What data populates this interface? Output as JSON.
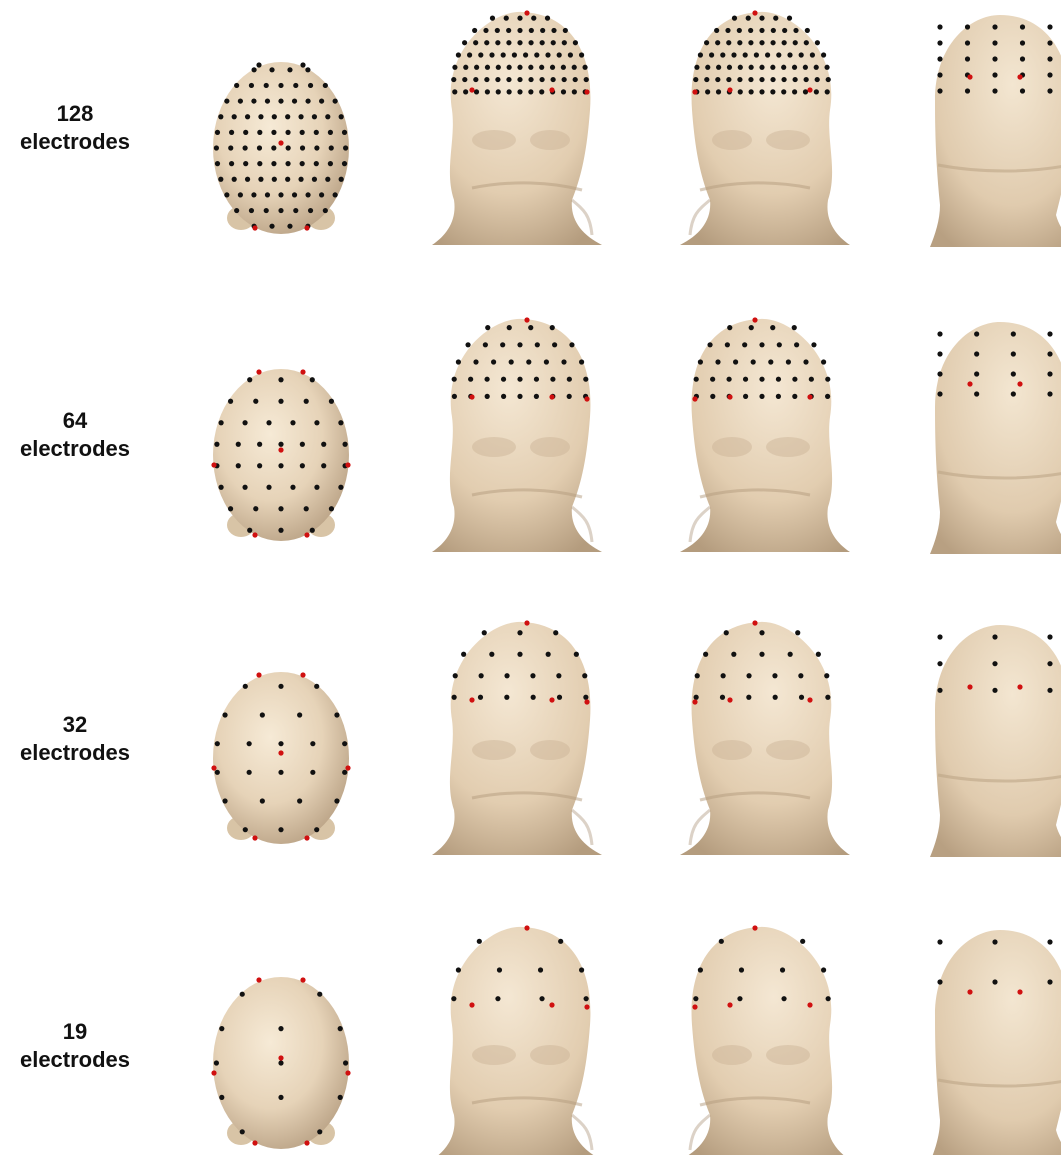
{
  "colors": {
    "skin": "#ead9c1",
    "skin_shadow": "#c9b294",
    "skin_dark": "#ad967a",
    "electrode": "#111111",
    "reference_electrode": "#d01010",
    "background": "#ffffff"
  },
  "rows": [
    {
      "count": "128",
      "unit": "electrodes",
      "density": 128
    },
    {
      "count": "64",
      "unit": "electrodes",
      "density": 64
    },
    {
      "count": "32",
      "unit": "electrodes",
      "density": 32
    },
    {
      "count": "19",
      "unit": "electrodes",
      "density": 19
    }
  ],
  "views": [
    "top",
    "front-right",
    "front-left",
    "back"
  ]
}
